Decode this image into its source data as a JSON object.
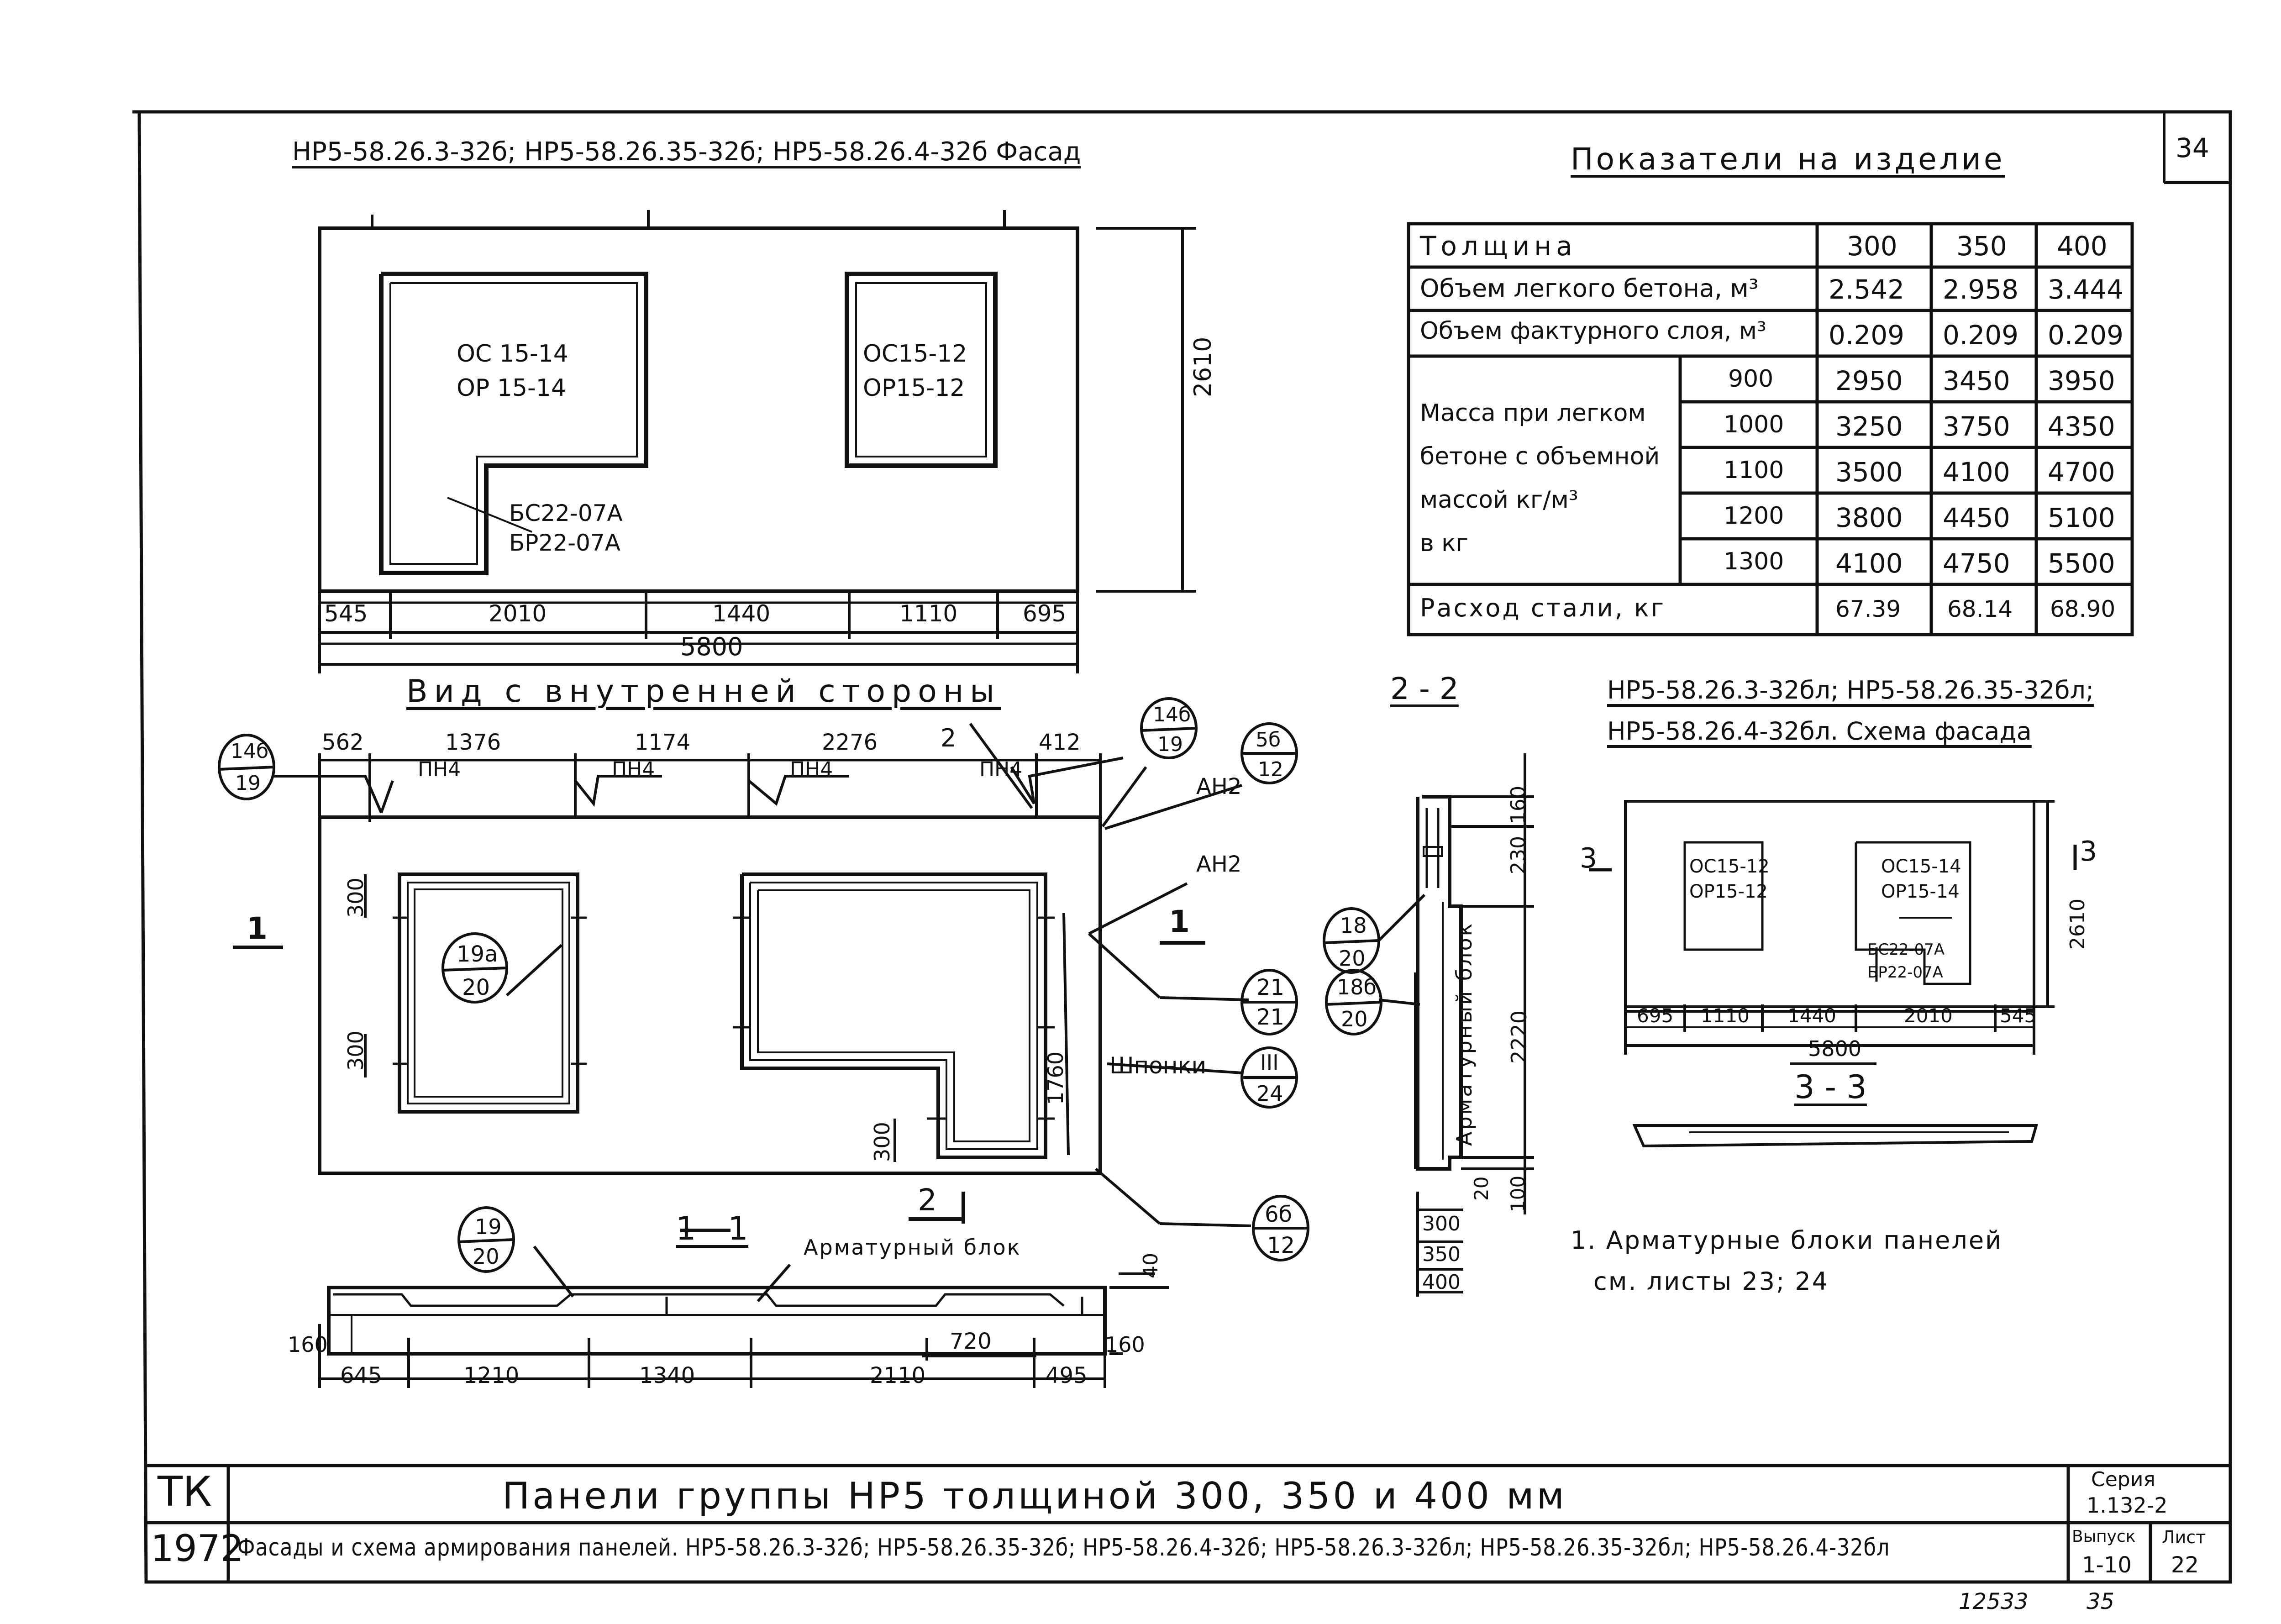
{
  "sheet_no": "34",
  "facade_title": "НР5-58.26.3-32б; НР5-58.26.35-32б; НР5-58.26.4-32б  Фасад",
  "facade": {
    "window_left": [
      "ОС 15-14",
      "ОР 15-14"
    ],
    "window_right": [
      "ОС15-12",
      "ОР15-12"
    ],
    "door": [
      "БС22-07А",
      "БР22-07А"
    ],
    "dims": [
      "545",
      "2010",
      "1440",
      "1110",
      "695"
    ],
    "total": "5800",
    "height": "2610"
  },
  "indicators": {
    "title": "Показатели на изделие",
    "thickness_label": "Толщина",
    "thickness": [
      "300",
      "350",
      "400"
    ],
    "rows": [
      {
        "label": "Объем легкого бетона, м³",
        "values": [
          "2.542",
          "2.958",
          "3.444"
        ]
      },
      {
        "label": "Объем фактурного слоя, м³",
        "values": [
          "0.209",
          "0.209",
          "0.209"
        ]
      }
    ],
    "mass_label": [
      "Масса при легком",
      "бетоне с объемной",
      "массой  кг/м³",
      "в  кг"
    ],
    "mass_rows": [
      {
        "density": "900",
        "values": [
          "2950",
          "3450",
          "3950"
        ]
      },
      {
        "density": "1000",
        "values": [
          "3250",
          "3750",
          "4350"
        ]
      },
      {
        "density": "1100",
        "values": [
          "3500",
          "4100",
          "4700"
        ]
      },
      {
        "density": "1200",
        "values": [
          "3800",
          "4450",
          "5100"
        ]
      },
      {
        "density": "1300",
        "values": [
          "4100",
          "4750",
          "5500"
        ]
      }
    ],
    "steel": {
      "label": "Расход  стали,  кг",
      "values": [
        "67.39",
        "68.14",
        "68.90"
      ]
    }
  },
  "inner_view": {
    "title": "Вид с внутренней стороны",
    "dims": [
      "562",
      "1376",
      "1174",
      "2276",
      "412"
    ],
    "pn_labels": [
      "ПН4",
      "ПН4",
      "ПН4",
      "ПН4"
    ],
    "an_labels": [
      "АН2",
      "АН2"
    ],
    "dim_300": "300",
    "dim_1760": "1760",
    "keys": "Шпонки",
    "section_mark": "1",
    "section_mark2": "2",
    "callouts": [
      {
        "top": "14б",
        "bottom": "19"
      },
      {
        "top": "14б",
        "bottom": "19"
      },
      {
        "top": "5б",
        "bottom": "12"
      },
      {
        "top": "19а",
        "bottom": "20"
      },
      {
        "top": "21",
        "bottom": "21"
      },
      {
        "top": "III",
        "bottom": "24"
      },
      {
        "top": "6б",
        "bottom": "12"
      },
      {
        "top": "19",
        "bottom": "20"
      },
      {
        "top": "18",
        "bottom": "20"
      },
      {
        "top": "18б",
        "bottom": "20"
      }
    ]
  },
  "section11": {
    "title": "1 - 1",
    "label": "Арматурный блок",
    "dims": [
      "645",
      "1210",
      "1340",
      "2110",
      "495"
    ],
    "d720": "720",
    "d160": "160",
    "d40": "40"
  },
  "section22": {
    "title": "2 - 2",
    "label": "Арматурный блок",
    "dims": [
      "160",
      "230",
      "2220",
      "20",
      "100"
    ],
    "thick": [
      "300",
      "350",
      "400"
    ]
  },
  "scheme": {
    "title_lines": [
      "НР5-58.26.3-32бл; НР5-58.26.35-32бл;",
      "НР5-58.26.4-32бл.  Схема фасада"
    ],
    "window1": [
      "ОС15-12",
      "ОР15-12"
    ],
    "window2": [
      "ОС15-14",
      "ОР15-14"
    ],
    "door": [
      "БС22-07А",
      "БР22-07А"
    ],
    "dims": [
      "695",
      "1110",
      "1440",
      "2010",
      "545"
    ],
    "total": "5800",
    "height": "2610",
    "section": "3 - 3",
    "mark": "3"
  },
  "note": [
    "1. Арматурные блоки панелей",
    "см. листы 23; 24"
  ],
  "stamp": {
    "org": "ТК",
    "year": "1972",
    "title": "Панели группы НР5 толщиной 300, 350 и 400 мм",
    "subtitle": "Фасады и схема армирования панелей.  НР5-58.26.3-32б; НР5-58.26.35-32б; НР5-58.26.4-32б; НР5-58.26.3-32бл; НР5-58.26.35-32бл; НР5-58.26.4-32бл",
    "series_label": "Серия",
    "series": "1.132-2",
    "issue_label": "Выпуск",
    "issue": "1-10",
    "sheet_label": "Лист",
    "sheet": "22"
  },
  "footer_numbers": [
    "12533",
    "35"
  ]
}
